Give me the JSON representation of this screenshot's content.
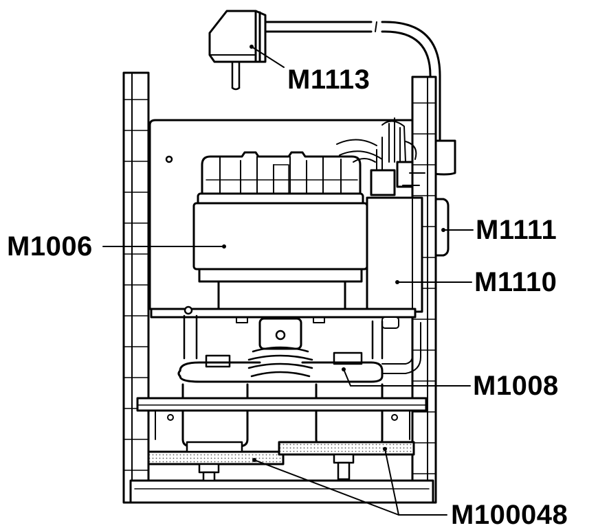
{
  "labels": {
    "plug": "M1113",
    "motor": "M1006",
    "side_part": "M1111",
    "control_box": "M1110",
    "belt": "M1008",
    "pads": "M100048"
  },
  "colors": {
    "line": "#000000",
    "background": "#ffffff",
    "pad_pattern": "#cfcfcf"
  }
}
